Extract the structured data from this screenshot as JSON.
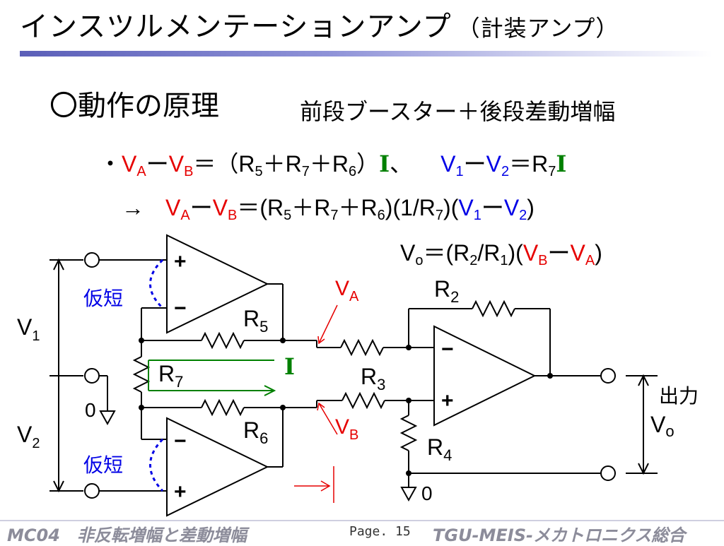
{
  "title": {
    "main": "インスツルメンテーションアンプ",
    "paren": "（計装アンプ）"
  },
  "heading": {
    "main": "〇動作の原理",
    "sub": "前段ブースター＋後段差動増幅"
  },
  "equations": {
    "eq1": {
      "bullet": "・",
      "va": "V",
      "va_sub": "A",
      "minus": "ー",
      "vb": "V",
      "vb_sub": "B",
      "rest1": "＝（R",
      "r5": "5",
      "plus1": "＋R",
      "r7": "7",
      "plus2": "＋R",
      "r6": "6",
      "close": "）",
      "i": "I",
      "comma": "、",
      "v1": "V",
      "v1_sub": "1",
      "minus2": "ー",
      "v2": "V",
      "v2_sub": "2",
      "eqR7": "＝R",
      "r7b": "7",
      "i2": "I"
    },
    "eq2": {
      "arrow": "→",
      "va": "V",
      "va_sub": "A",
      "minus": "ー",
      "vb": "V",
      "vb_sub": "B",
      "rest1": "＝(R",
      "r5": "5",
      "plus1": "＋R",
      "r7": "7",
      "plus2": "＋R",
      "r6": "6",
      "mid": ")(1/R",
      "r7b": "7",
      "mid2": ")(",
      "v1": "V",
      "v1_sub": "1",
      "minus2": "ー",
      "v2": "V",
      "v2_sub": "2",
      "close": ")"
    },
    "eq3": {
      "vo": "V",
      "vo_sub": "o",
      "rest1": "＝(R",
      "r2": "2",
      "slash": "/R",
      "r1": "1",
      "mid": ")(",
      "vb": "V",
      "vb_sub": "B",
      "minus": "ー",
      "va": "V",
      "va_sub": "A",
      "close": ")"
    }
  },
  "circuit": {
    "v1": "V",
    "v1_sub": "1",
    "v2": "V",
    "v2_sub": "2",
    "zero_left": "0",
    "kari_top": "仮短",
    "kari_bottom": "仮短",
    "plus_sign": "+",
    "minus_sign": "−",
    "r5": "R",
    "r5_sub": "5",
    "r6": "R",
    "r6_sub": "6",
    "r7": "R",
    "r7_sub": "7",
    "r2": "R",
    "r2_sub": "2",
    "r3": "R",
    "r3_sub": "3",
    "r4": "R",
    "r4_sub": "4",
    "va": "V",
    "va_sub": "A",
    "vb": "V",
    "vb_sub": "B",
    "current": "I",
    "output_label": "出力",
    "vo": "V",
    "vo_sub": "o",
    "zero_right": "0"
  },
  "colors": {
    "red": "#e60000",
    "blue": "#0000e6",
    "green": "#008000",
    "black": "#000000"
  },
  "footer": {
    "left": "MC04　非反転増幅と差動増幅",
    "page": "Page. 15",
    "right": "TGU-MEIS-メカトロニクス総合"
  }
}
